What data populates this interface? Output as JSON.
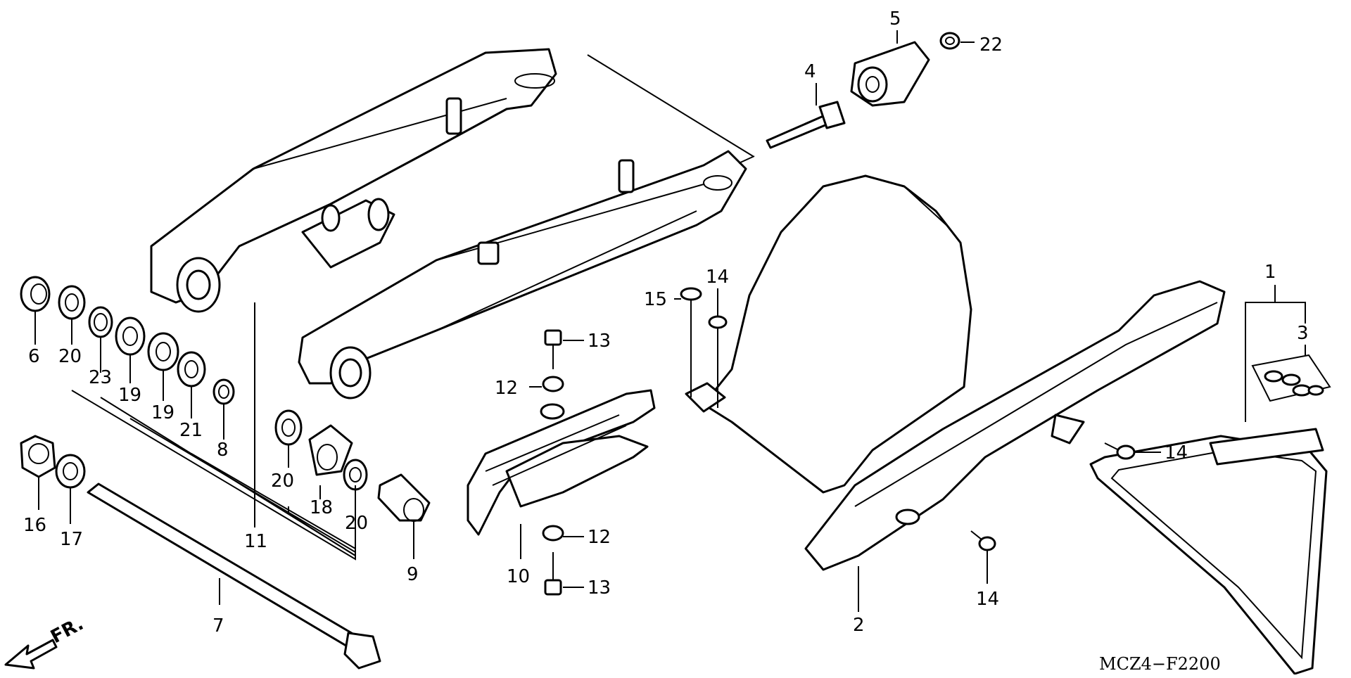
{
  "diagram_code": "MCZ4−F2200",
  "direction_label": "FR.",
  "callouts": {
    "n1": "1",
    "n2": "2",
    "n3": "3",
    "n4": "4",
    "n5": "5",
    "n6": "6",
    "n7": "7",
    "n8": "8",
    "n9": "9",
    "n10": "10",
    "n11": "11",
    "n12a": "12",
    "n12b": "12",
    "n13a": "13",
    "n13b": "13",
    "n14a": "14",
    "n14b": "14",
    "n14c": "14",
    "n15": "15",
    "n16": "16",
    "n17": "17",
    "n18": "18",
    "n19a": "19",
    "n19b": "19",
    "n20a": "20",
    "n20b": "20",
    "n20c": "20",
    "n21": "21",
    "n22": "22",
    "n23": "23"
  }
}
